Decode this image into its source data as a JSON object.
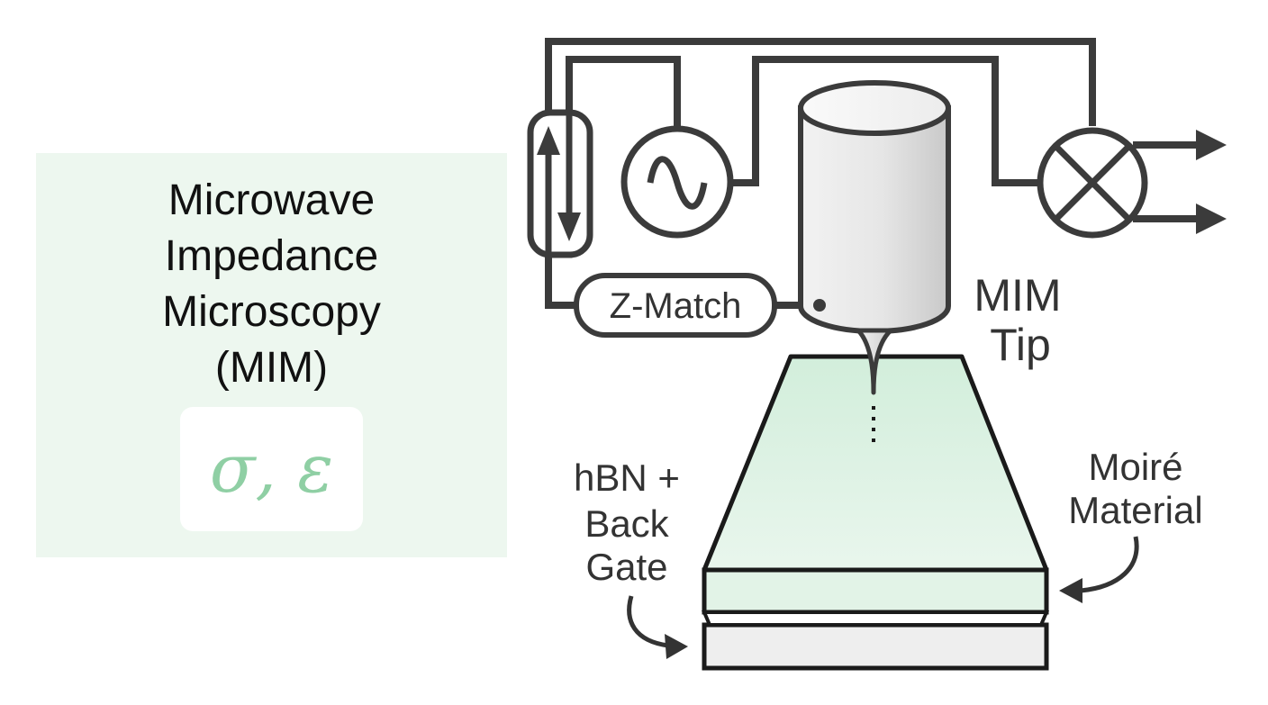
{
  "panel": {
    "title_lines": [
      "Microwave",
      "Impedance",
      "Microscopy",
      "(MIM)"
    ],
    "symbols": "σ, ε"
  },
  "diagram": {
    "zmatch_label": "Z-Match",
    "tip_label_lines": [
      "MIM",
      "Tip"
    ],
    "hbn_label_lines": [
      "hBN +",
      "Back",
      "Gate"
    ],
    "moire_label_lines": [
      "Moiré",
      "Material"
    ],
    "colors": {
      "line": "#3b3b3b",
      "sample_top": "#d4efdc",
      "panel_bg": "#edf7ef",
      "symbol_color": "#8fcfa4",
      "gate": "#eeeeee"
    }
  }
}
